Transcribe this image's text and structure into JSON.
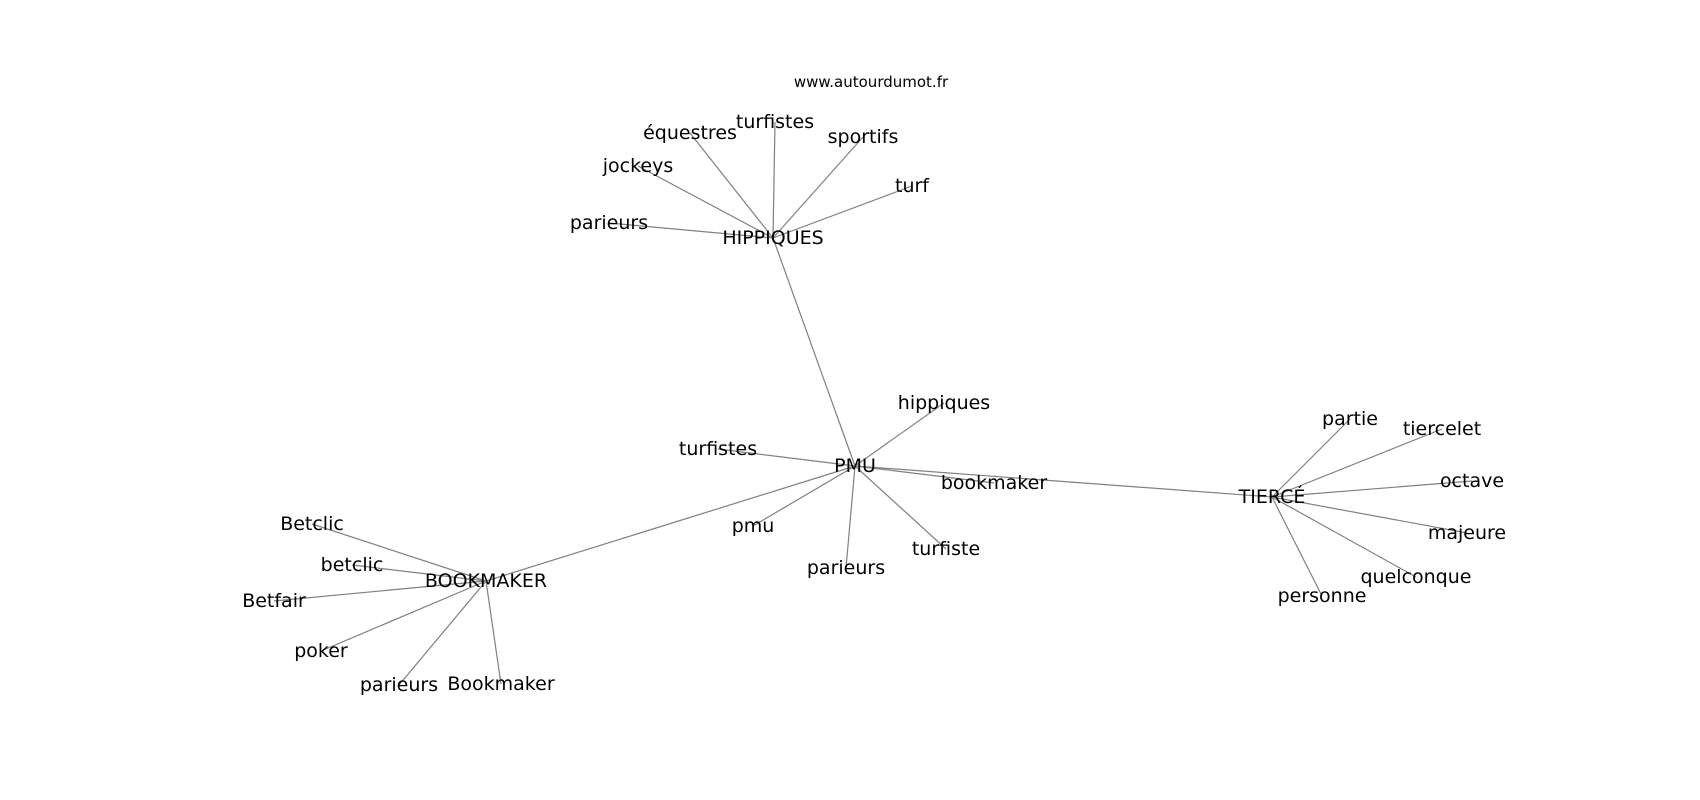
{
  "source": "www.autourdumot.fr",
  "colors": {
    "edge": "#808080",
    "text": "#000000",
    "background": "#ffffff"
  },
  "nodes": [
    {
      "id": "pmu_hub",
      "label": "PMU"
    },
    {
      "id": "hippiques_hub",
      "label": "HIPPIQUES"
    },
    {
      "id": "bookmaker_hub",
      "label": "BOOKMAKER"
    },
    {
      "id": "tierce_hub",
      "label": "TIERCÉ"
    },
    {
      "id": "h_equestres",
      "label": "équestres"
    },
    {
      "id": "h_turfistes",
      "label": "turfistes"
    },
    {
      "id": "h_sportifs",
      "label": "sportifs"
    },
    {
      "id": "h_jockeys",
      "label": "jockeys"
    },
    {
      "id": "h_turf",
      "label": "turf"
    },
    {
      "id": "h_parieurs",
      "label": "parieurs"
    },
    {
      "id": "p_hippiques",
      "label": "hippiques"
    },
    {
      "id": "p_turfistes",
      "label": "turfistes"
    },
    {
      "id": "p_bookmaker",
      "label": "bookmaker"
    },
    {
      "id": "p_pmu",
      "label": "pmu"
    },
    {
      "id": "p_turfiste",
      "label": "turfiste"
    },
    {
      "id": "p_parieurs",
      "label": "parieurs"
    },
    {
      "id": "b_Betclic",
      "label": "Betclic"
    },
    {
      "id": "b_betclic",
      "label": "betclic"
    },
    {
      "id": "b_Betfair",
      "label": "Betfair"
    },
    {
      "id": "b_poker",
      "label": "poker"
    },
    {
      "id": "b_parieurs",
      "label": "parieurs"
    },
    {
      "id": "b_Bookmaker",
      "label": "Bookmaker"
    },
    {
      "id": "t_partie",
      "label": "partie"
    },
    {
      "id": "t_tiercelet",
      "label": "tiercelet"
    },
    {
      "id": "t_octave",
      "label": "octave"
    },
    {
      "id": "t_majeure",
      "label": "majeure"
    },
    {
      "id": "t_quelconque",
      "label": "quelconque"
    },
    {
      "id": "t_personne",
      "label": "personne"
    }
  ],
  "edges": [
    [
      "pmu_hub",
      "hippiques_hub"
    ],
    [
      "pmu_hub",
      "bookmaker_hub"
    ],
    [
      "pmu_hub",
      "tierce_hub"
    ],
    [
      "pmu_hub",
      "p_hippiques"
    ],
    [
      "pmu_hub",
      "p_turfistes"
    ],
    [
      "pmu_hub",
      "p_bookmaker"
    ],
    [
      "pmu_hub",
      "p_pmu"
    ],
    [
      "pmu_hub",
      "p_turfiste"
    ],
    [
      "pmu_hub",
      "p_parieurs"
    ],
    [
      "hippiques_hub",
      "h_equestres"
    ],
    [
      "hippiques_hub",
      "h_turfistes"
    ],
    [
      "hippiques_hub",
      "h_sportifs"
    ],
    [
      "hippiques_hub",
      "h_jockeys"
    ],
    [
      "hippiques_hub",
      "h_turf"
    ],
    [
      "hippiques_hub",
      "h_parieurs"
    ],
    [
      "bookmaker_hub",
      "b_Betclic"
    ],
    [
      "bookmaker_hub",
      "b_betclic"
    ],
    [
      "bookmaker_hub",
      "b_Betfair"
    ],
    [
      "bookmaker_hub",
      "b_poker"
    ],
    [
      "bookmaker_hub",
      "b_parieurs"
    ],
    [
      "bookmaker_hub",
      "b_Bookmaker"
    ],
    [
      "tierce_hub",
      "t_partie"
    ],
    [
      "tierce_hub",
      "t_tiercelet"
    ],
    [
      "tierce_hub",
      "t_octave"
    ],
    [
      "tierce_hub",
      "t_majeure"
    ],
    [
      "tierce_hub",
      "t_quelconque"
    ],
    [
      "tierce_hub",
      "t_personne"
    ]
  ]
}
